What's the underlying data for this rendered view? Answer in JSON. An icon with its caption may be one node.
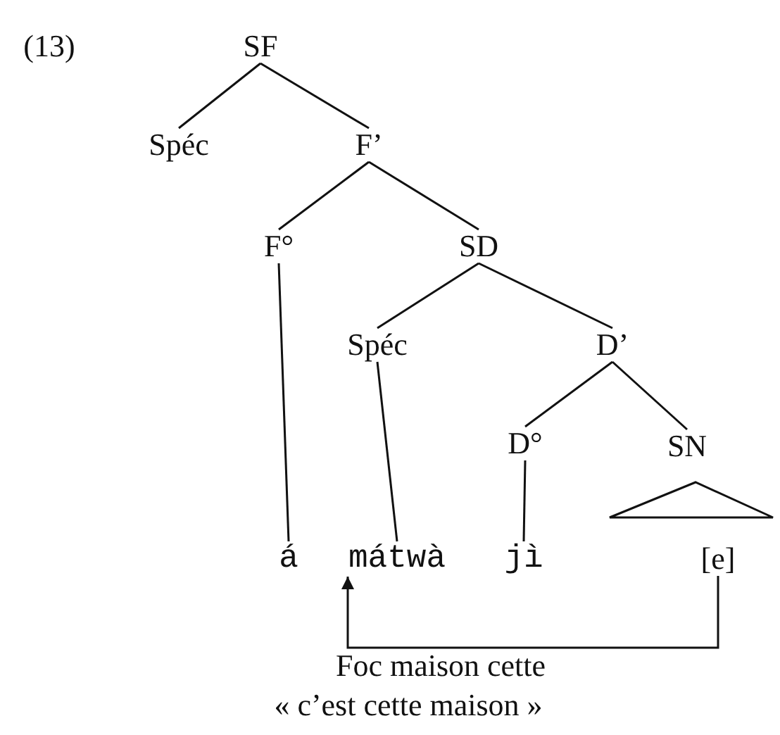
{
  "diagram": {
    "nodes": [
      {
        "text": [
          "SF"
        ]
      },
      {
        "text": [
          "Spéc"
        ]
      },
      {
        "text": [
          "F’"
        ]
      },
      {
        "text": [
          "F°"
        ]
      },
      {
        "text": [
          "SD"
        ]
      },
      {
        "text": [
          "Spéc"
        ]
      },
      {
        "text": [
          "D’"
        ]
      },
      {
        "text": [
          "D°"
        ]
      },
      {
        "text": [
          "SN"
        ]
      },
      {
        "text": [
          "á"
        ]
      },
      {
        "text": [
          "mátwà"
        ]
      },
      {
        "text": [
          "jì"
        ]
      },
      {
        "text": [
          "[e]"
        ]
      },
      {
        "text": [],
        "shape": "triangle"
      }
    ],
    "edges": [
      {
        "from": 0,
        "to": 1,
        "arrow": "none"
      },
      {
        "from": 0,
        "to": 2,
        "arrow": "none"
      },
      {
        "from": 2,
        "to": 3,
        "arrow": "none"
      },
      {
        "from": 2,
        "to": 4,
        "arrow": "none"
      },
      {
        "from": 4,
        "to": 5,
        "arrow": "none"
      },
      {
        "from": 4,
        "to": 6,
        "arrow": "none"
      },
      {
        "from": 6,
        "to": 7,
        "arrow": "none"
      },
      {
        "from": 6,
        "to": 8,
        "arrow": "none"
      },
      {
        "from": 3,
        "to": 9,
        "arrow": "none"
      },
      {
        "from": 5,
        "to": 10,
        "arrow": "none"
      },
      {
        "from": 7,
        "to": 11,
        "arrow": "none"
      },
      {
        "from": 12,
        "to": 10,
        "arrow": "to"
      }
    ],
    "labels": [
      "(13)",
      "Foc maison cette",
      "« c’est cette maison »"
    ]
  }
}
